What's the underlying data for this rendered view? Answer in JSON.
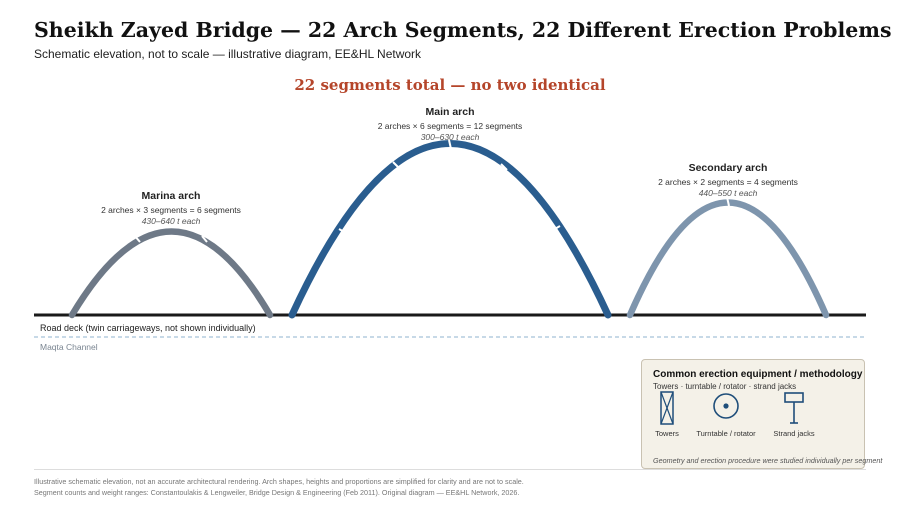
{
  "title": "Sheikh Zayed Bridge — 22 Arch Segments, 22 Different Erection Problems",
  "subtitle": "Schematic elevation, not to scale — illustrative diagram, EE&HL Network",
  "headline": "22 segments total — no two identical",
  "colors": {
    "headline": "#b5452a",
    "marina_arch": "#6e7987",
    "main_arch": "#2a5d8f",
    "secondary_arch": "#7e95ad",
    "deck": "#1a1a1a",
    "channel": "#8fb3cf",
    "legend_icon": "#1f4e7a"
  },
  "arches": [
    {
      "id": "marina",
      "name": "Marina arch",
      "count": "2 arches × 3 segments = 6 segments",
      "weight": "430–640 t each",
      "segments": 3
    },
    {
      "id": "main",
      "name": "Main arch",
      "count": "2 arches × 6 segments = 12 segments",
      "weight": "300–630 t each",
      "segments": 6
    },
    {
      "id": "secondary",
      "name": "Secondary arch",
      "count": "2 arches × 2 segments = 4 segments",
      "weight": "440–550 t each",
      "segments": 2
    }
  ],
  "deck_label": "Road deck (twin carriageways, not shown individually)",
  "channel_label": "Maqta Channel",
  "legend": {
    "title": "Common erection equipment / methodology",
    "subtitle": "Towers · turntable / rotator · strand jacks",
    "items": [
      {
        "label": "Towers",
        "icon": "tower-icon"
      },
      {
        "label": "Turntable / rotator",
        "icon": "turntable-icon"
      },
      {
        "label": "Strand jacks",
        "icon": "strand-jack-icon"
      }
    ],
    "note": "Geometry and erection procedure were studied individually per segment"
  },
  "footer": {
    "line1": "Illustrative schematic elevation, not an accurate architectural rendering. Arch shapes, heights and proportions are simplified for clarity and are not to scale.",
    "line2": "Segment counts and weight ranges: Constantoulakis & Lengweiler, Bridge Design & Engineering (Feb 2011). Original diagram — EE&HL Network, 2026."
  }
}
